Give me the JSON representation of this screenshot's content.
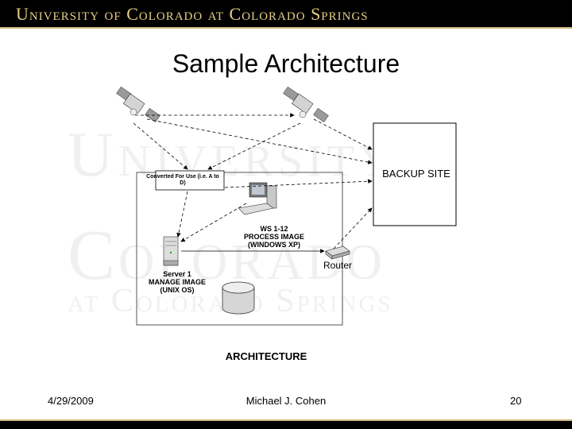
{
  "header": {
    "banner": "University of Colorado at Colorado Springs"
  },
  "watermark": {
    "line1": "University",
    "line2": "Colorado",
    "line3": "at Colorado Springs"
  },
  "slide": {
    "title": "Sample Architecture"
  },
  "diagram": {
    "converted_label": "Converted For Use (i.e. A to D)",
    "ws_label_1": "WS 1-12",
    "ws_label_2": "PROCESS IMAGE",
    "ws_label_3": "(WINDOWS XP)",
    "server_label_1": "Server 1",
    "server_label_2": "MANAGE IMAGE",
    "server_label_3": "(UNIX OS)",
    "router_label": "Router",
    "backup_label": "BACKUP SITE",
    "caption": "ARCHITECTURE"
  },
  "footer": {
    "date": "4/29/2009",
    "author": "Michael J. Cohen",
    "page": "20"
  }
}
